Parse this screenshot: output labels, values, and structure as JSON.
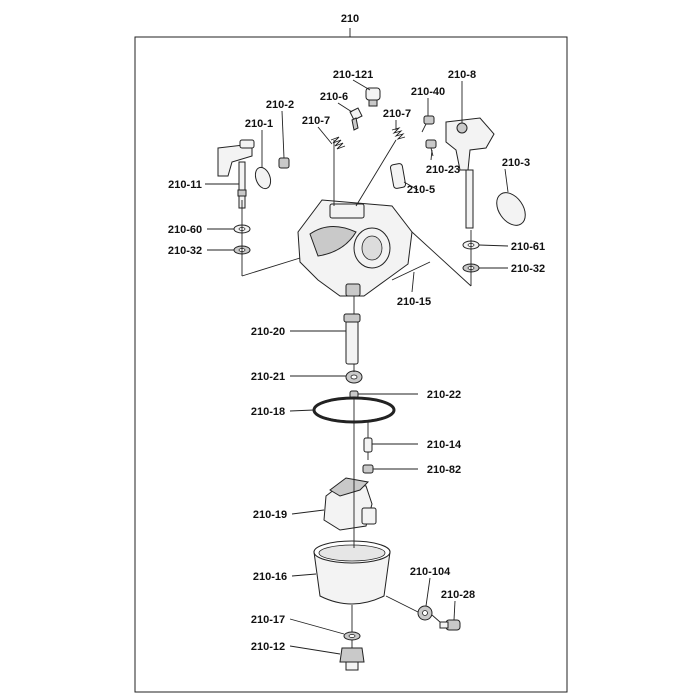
{
  "assembly": {
    "label": "210"
  },
  "labels": [
    "210-121",
    "210-6",
    "210-40",
    "210-8",
    "210-2",
    "210-1",
    "210-7",
    "210-7",
    "210-23",
    "210-3",
    "210-11",
    "210-5",
    "210-60",
    "210-32",
    "210-61",
    "210-32",
    "210-15",
    "210-20",
    "210-21",
    "210-22",
    "210-18",
    "210-14",
    "210-82",
    "210-19",
    "210-104",
    "210-16",
    "210-28",
    "210-17",
    "210-12"
  ]
}
